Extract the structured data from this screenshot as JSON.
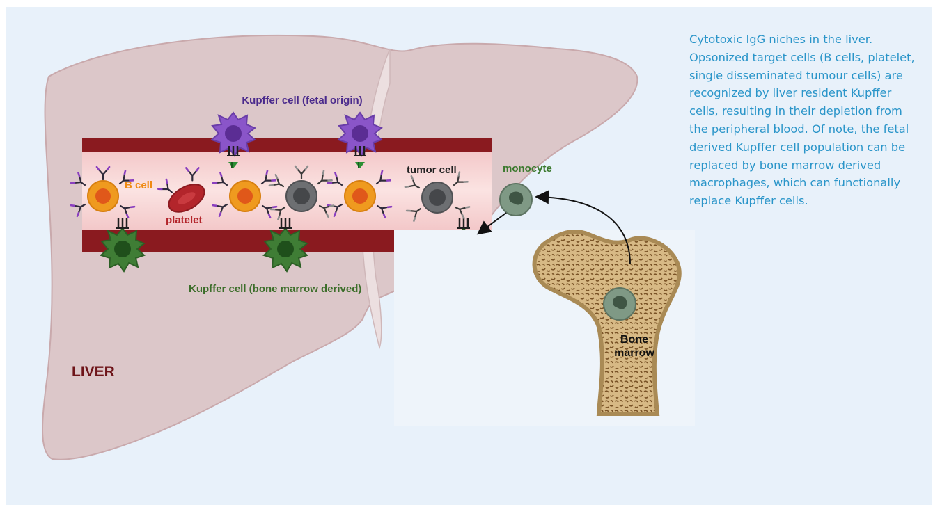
{
  "labels": {
    "liver": "LIVER",
    "kupffer_fetal": "Kupffer cell (fetal origin)",
    "kupffer_bm": "Kupffer cell (bone marrow derived)",
    "b_cell": "B cell",
    "platelet": "platelet",
    "tumor_cell": "tumor cell",
    "monocyte": "monocyte",
    "bone_marrow_line1": "Bone",
    "bone_marrow_line2": "marrow"
  },
  "caption": "Cytotoxic IgG niches in the liver. Opsonized target cells (B cells, platelet, single disseminated tumour cells) are recognized by liver resident Kupffer cells, resulting in their depletion from the peripheral blood. Of note, the fetal derived Kupffer cell population can be replaced by bone marrow derived macrophages, which can functionally replace Kupffer cells.",
  "colors": {
    "background": "#e8f1fa",
    "liver": "#dcc7c9",
    "vessel_wall": "#8a1a1f",
    "vessel_lumen": "#f7d3d3",
    "kupffer_fetal": "#8a55c9",
    "kupffer_bm": "#3f7d35",
    "b_cell": "#ef9a1f",
    "tumor_cell": "#6d6f72",
    "platelet": "#b3252b",
    "monocyte": "#7f9985",
    "bone": "#d8bb86",
    "caption_text": "#2a95c9"
  }
}
